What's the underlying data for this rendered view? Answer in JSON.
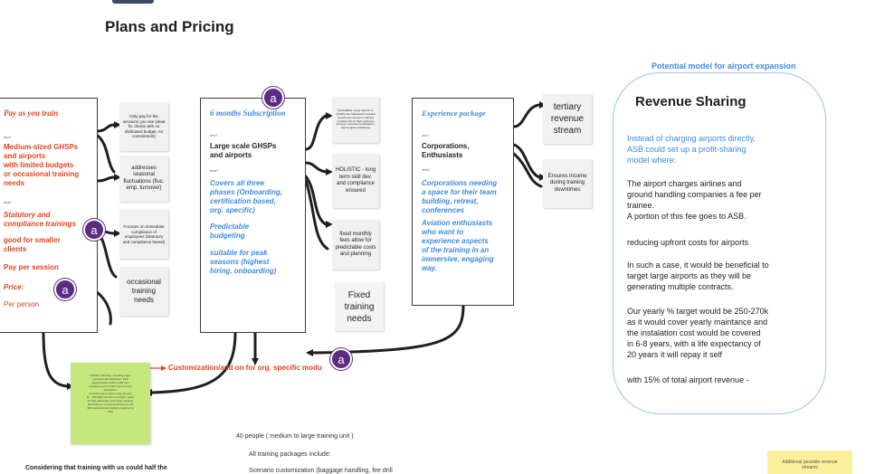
{
  "page": {
    "title": "Plans and Pricing"
  },
  "pay_as_you_train": {
    "heading": "Pay as you train",
    "who_label": "who?",
    "who_text": "Medium-sized GHSPs\nand airports\nwith limited budgets\nor occasional training\nneeds",
    "what_label": "what?",
    "what_text": "Statutory and\ncompliance trainings",
    "good_text": "good for smaller\nclients",
    "pay_text": "Pay per session",
    "price_label": "Price:",
    "price_text": "Per person"
  },
  "pay_stickies": [
    "Only pay for the\nsessions you use\n(ideal for clients\nwith no dedicated\nbudget, no\ncommitment)",
    "addresses\nseasonal\nfluctuations\n(fluc. emp.\nturnover)",
    "Focuses on\nimmediate\ncompliance of\nemployees\n(Statutory and\ncompliance based)",
    "occasional\ntraining\nneeds"
  ],
  "six_months": {
    "heading": "6 months Subscription",
    "who_label": "who?",
    "who_text": "Large scale GHSPs\nand airports",
    "what_label": "what?",
    "what_text": "Covers all three\nphases (Onboarding,\ncertification based,\norg. specific)",
    "predictable_text": "Predictable\nbudgeting",
    "peak_text": "suitable for peak\nseasons (highest\nhiring, onboarding)"
  },
  "six_stickies": [
    "SCALABLE: Large airports\nor GHSPs has Subsequent\nrequest (continuous access\nto training modules due to\nhigh employee turnover,\nrecurrent certifications,\nand complex workflows)",
    "HOLISTIC -\nlong term skill\ndev. and\ncompliance\nensured",
    "fixed monthly\nfees allow for\npredictable\ncosts and\nplanning",
    "Fixed\ntraining\nneeds"
  ],
  "experience": {
    "heading": "Experience package",
    "who_label": "who?",
    "who_text": "Corporations,\nEnthusiasts",
    "what_label": "what?",
    "what_text": "Corporations needing\na space for their team\nbuilding, retreat,\nconferences",
    "aviation_text": "Aviation enthusiasts\nwho want to\nexperience aspects\nof the training in an\nimmersive, engaging\nway."
  },
  "experience_stickies": [
    "tertiary\nrevenue\nstream",
    "Ensures\nincome during\ntraining\ndowntimes"
  ],
  "revenue": {
    "potential_label": "Potential model for airport expansion",
    "title": "Revenue Sharing",
    "intro": "Instead of charging airports directly,\nASB could set up a profit-sharing\nmodel where:",
    "p1": "The airport charges airlines and\nground handling companies a fee per\ntrainee.\nA portion of this fee goes to ASB.",
    "p2": "reducing upfront costs for airports",
    "p3": "In such a case, it would be beneficial to\ntarget large airports as they will be\ngenerating multiple contracts.",
    "p4": "Our yearly % target would be 250-270k\nas it would cover yearly maintance and\n the instalation cost would be covered\nin 6-8 years, with a life expectancy of\n20 years it will repay it self",
    "p5": "with 15% of total airport revenue -"
  },
  "customization_label": "Customization/add on for org. specific modu",
  "green_note": "GHSPs in Europe, including major\noperators like Swissport, EAS\n(aggressively 1,000-4,000 new\nemployees per month?) across their\noperations.\nFrankfurt Airport alone may account\nfor ~150-300 new hires monthly?, given\nits high passenger and cargo volumes\nand reliance on subcontracted ground\n300 subcontracted workers reported at\nFRA",
  "bottom": {
    "people_text": "40 people ( medium to large training unit )",
    "packages_text": "All training packages include:",
    "scenario_text": "Scenario customization (baggage handling, fire drill",
    "considering_text": "Considering that training with us could half the"
  },
  "yellow_note": "Additional possible revenue\nstreams",
  "avatar_letter": "a",
  "colors": {
    "accent_red": "#e0451f",
    "accent_blue": "#3e8be0",
    "avatar": "#5a2d82",
    "green_note": "#c5e87d",
    "yellow_note": "#fbef9b"
  }
}
